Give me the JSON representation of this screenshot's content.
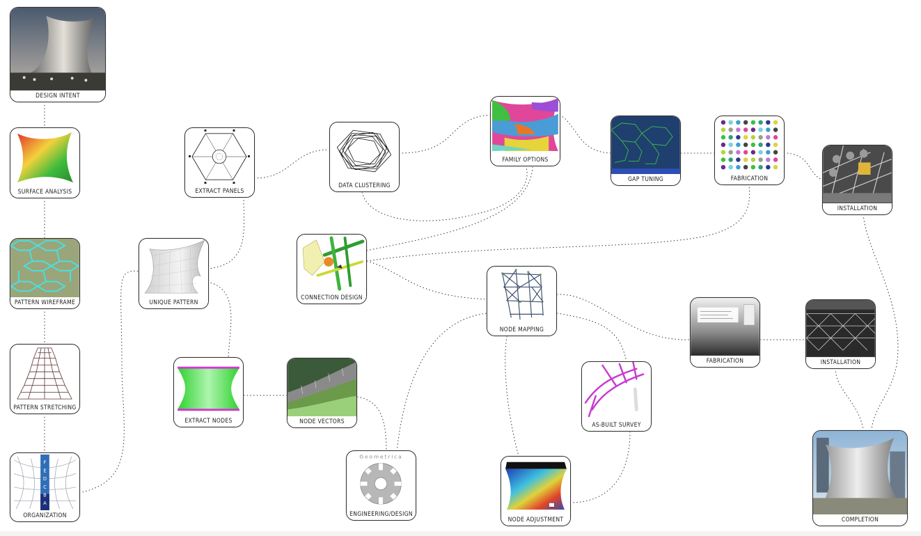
{
  "diagram": {
    "nodes": {
      "design_intent": "DESIGN INTENT",
      "surface_analysis": "SURFACE ANALYSIS",
      "pattern_wireframe": "PATTERN WIREFRAME",
      "pattern_stretching": "PATTERN STRETCHING",
      "organization": "ORGANIZATION",
      "unique_pattern": "UNIQUE PATTERN",
      "extract_panels": "EXTRACT PANELS",
      "extract_nodes": "EXTRACT NODES",
      "node_vectors": "NODE VECTORS",
      "engineering_design": "ENGINEERING/DESIGN",
      "data_clustering": "DATA CLUSTERING",
      "connection_design": "CONNECTION DESIGN",
      "family_options": "FAMILY OPTIONS",
      "gap_tuning": "GAP TUNING",
      "fabrication_top": "FABRICATION",
      "installation_top": "INSTALLATION",
      "node_mapping": "NODE MAPPING",
      "as_built_survey": "AS-BUILT SURVEY",
      "node_adjustment": "NODE ADJUSTMENT",
      "fabrication_bottom": "FABRICATION",
      "installation_bottom": "INSTALLATION",
      "completion": "COMPLETION"
    },
    "image_text": {
      "geometrica": "Geometrica",
      "org_letters": [
        "A",
        "B",
        "C",
        "D",
        "E",
        "F"
      ]
    },
    "colors": {
      "link": "#333333",
      "card_border": "#333333"
    }
  }
}
